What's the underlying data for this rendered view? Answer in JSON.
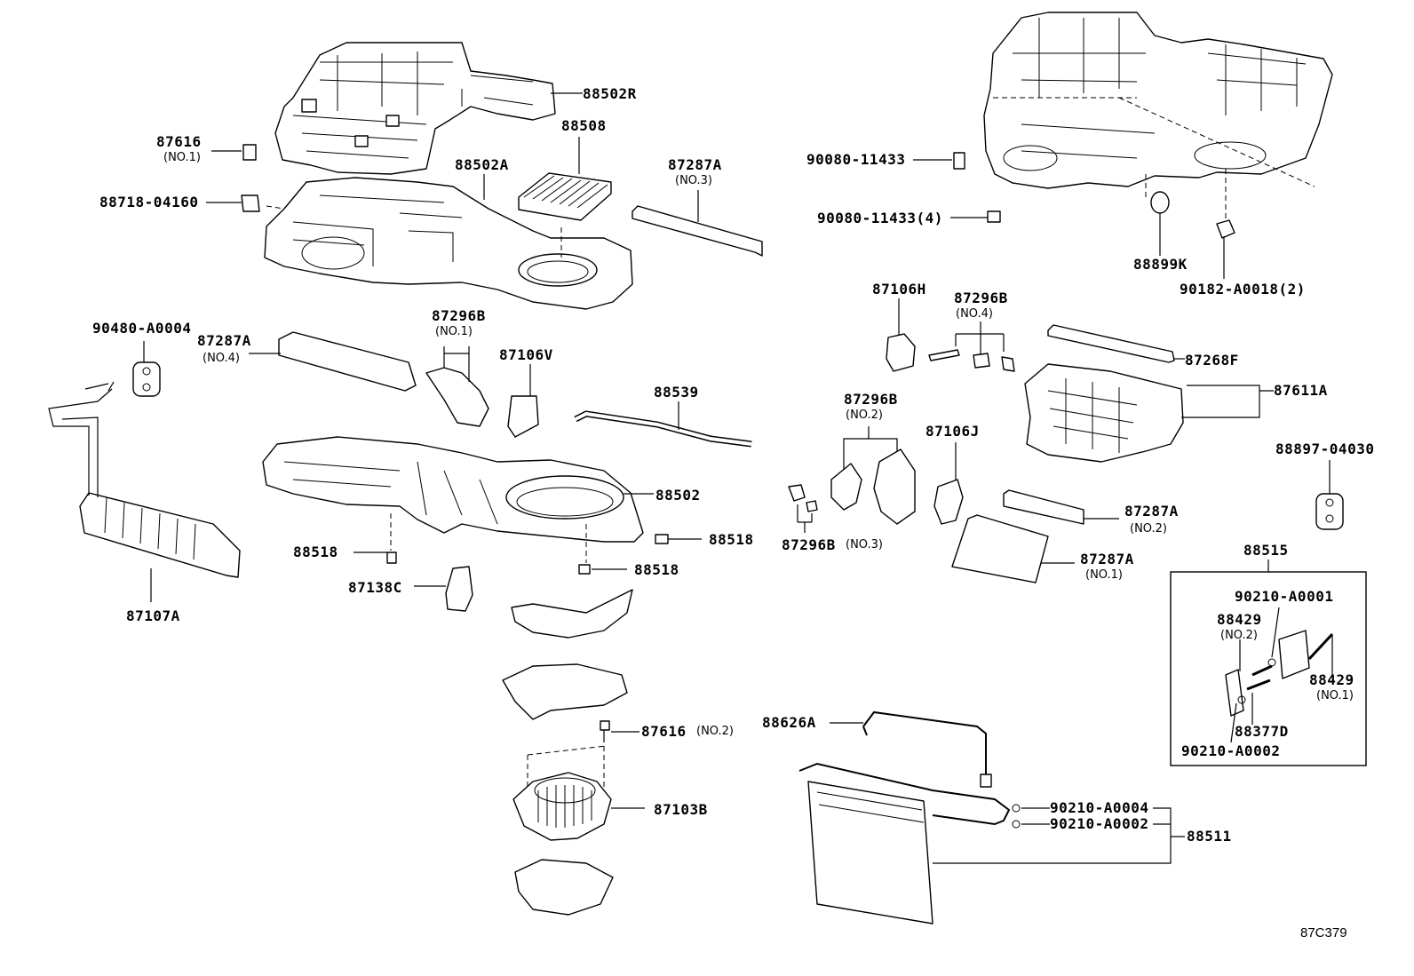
{
  "diagram_id": "87C379",
  "labels": {
    "p88502R": "88502R",
    "p87616a": "87616",
    "p87616a_sub": "(NO.1)",
    "p88508": "88508",
    "p88502A": "88502A",
    "p87287A_3": "87287A",
    "p87287A_3_sub": "(NO.3)",
    "p88718": "88718-04160",
    "p90080a": "90080-11433",
    "p90080b": "90080-11433(4)",
    "p88899K": "88899K",
    "p90182": "90182-A0018(2)",
    "p90480": "90480-A0004",
    "p87287A_4": "87287A",
    "p87287A_4_sub": "(NO.4)",
    "p87296B_1": "87296B",
    "p87296B_1_sub": "(NO.1)",
    "p87106V": "87106V",
    "p88539": "88539",
    "p87106H": "87106H",
    "p87296B_4": "87296B",
    "p87296B_4_sub": "(NO.4)",
    "p87268F": "87268F",
    "p87611A": "87611A",
    "p88502": "88502",
    "p88518a": "88518",
    "p88518b": "88518",
    "p88518c": "88518",
    "p87138C": "87138C",
    "p87107A": "87107A",
    "p87296B_2": "87296B",
    "p87296B_2_sub": "(NO.2)",
    "p87106J": "87106J",
    "p87296B_3": "87296B",
    "p87296B_3_sub": "(NO.3)",
    "p87287A_2": "87287A",
    "p87287A_2_sub": "(NO.2)",
    "p87287A_1": "87287A",
    "p87287A_1_sub": "(NO.1)",
    "p88897": "88897-04030",
    "p88515": "88515",
    "p90210A1": "90210-A0001",
    "p88429_2": "88429",
    "p88429_2_sub": "(NO.2)",
    "p88429_1": "88429",
    "p88429_1_sub": "(NO.1)",
    "p88377D": "88377D",
    "p90210A2b": "90210-A0002",
    "p87616b": "87616",
    "p87616b_sub": "(NO.2)",
    "p88626A": "88626A",
    "p87103B": "87103B",
    "p90210A4": "90210-A0004",
    "p90210A2": "90210-A0002",
    "p88511": "88511"
  }
}
